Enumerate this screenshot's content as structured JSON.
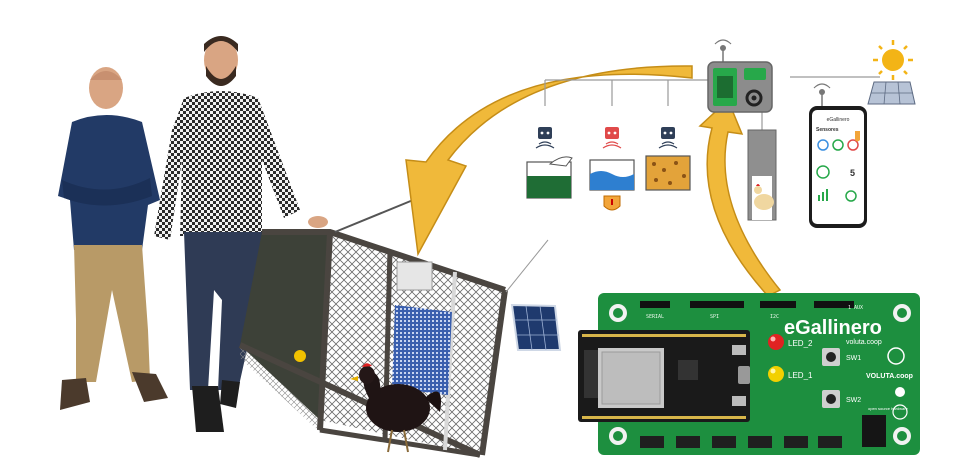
{
  "pcb": {
    "brand": "eGallinero",
    "site": "voluta.coop",
    "logo_text": "VOLUTA.coop",
    "osh_text": "open source hardware",
    "led2": "LED_2",
    "led1": "LED_1",
    "sw1": "SW1",
    "sw2": "SW2",
    "serial": "SERIAL",
    "spi": "SPI",
    "i2c": "I2C",
    "aux": "1 AUX"
  },
  "phone": {
    "app_title": "eGallinero",
    "section": "Sensores",
    "value": "5"
  },
  "colors": {
    "arrow": "#f0b93a",
    "arrow_stroke": "#c58d17",
    "pcb_green": "#1d8f3f",
    "led_red": "#e02222",
    "led_yellow": "#f2d000",
    "controller_green": "#27a84a"
  }
}
